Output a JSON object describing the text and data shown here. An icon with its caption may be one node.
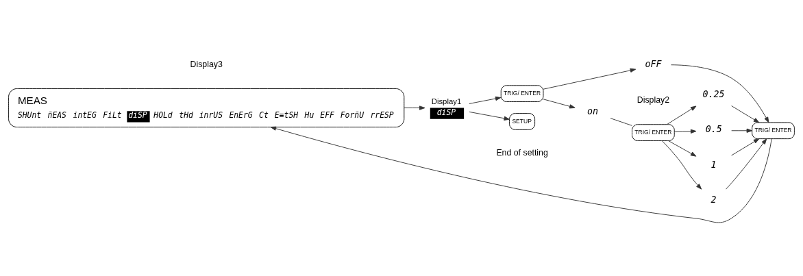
{
  "diagram": {
    "nodes": [
      {
        "text": [
          "MEAS",
          "SHUnt",
          "ñEAS",
          "intEG",
          "FiLt",
          "diSP",
          "HOLd",
          "tHd",
          "inrUS",
          "EnErG",
          "Ct",
          "E≡tSH",
          "Hu",
          "EFF",
          "ForñU",
          "rrESP"
        ]
      },
      {
        "text": [
          "Display1",
          "diSP"
        ]
      },
      {
        "text": [
          "TRIG/ ENTER"
        ]
      },
      {
        "text": [
          "SETUP"
        ],
        "beside": [
          "End of setting"
        ]
      },
      {
        "text": [
          "oFF"
        ],
        "beside": [
          "Display2"
        ]
      },
      {
        "text": [
          "on"
        ]
      },
      {
        "text": [
          "TRIG/ ENTER"
        ]
      },
      {
        "text": [
          "0.25"
        ]
      },
      {
        "text": [
          "0.5"
        ]
      },
      {
        "text": [
          "1"
        ]
      },
      {
        "text": [
          "2"
        ]
      },
      {
        "text": [
          "TRIG/ ENTER"
        ]
      }
    ],
    "edges": [
      {
        "from": 0,
        "to": 1,
        "arrow": "to"
      },
      {
        "from": 1,
        "to": 2,
        "arrow": "to"
      },
      {
        "from": 1,
        "to": 3,
        "arrow": "to"
      },
      {
        "from": 2,
        "to": 4,
        "arrow": "to"
      },
      {
        "from": 2,
        "to": 5,
        "arrow": "to"
      },
      {
        "from": 4,
        "to": 11,
        "arrow": "to"
      },
      {
        "from": 5,
        "to": 6,
        "arrow": "none"
      },
      {
        "from": 6,
        "to": 7,
        "arrow": "to"
      },
      {
        "from": 6,
        "to": 8,
        "arrow": "to"
      },
      {
        "from": 6,
        "to": 9,
        "arrow": "to"
      },
      {
        "from": 6,
        "to": 10,
        "arrow": "to"
      },
      {
        "from": 7,
        "to": 11,
        "arrow": "to"
      },
      {
        "from": 8,
        "to": 11,
        "arrow": "to"
      },
      {
        "from": 9,
        "to": 11,
        "arrow": "to"
      },
      {
        "from": 10,
        "to": 11,
        "arrow": "to"
      },
      {
        "from": 11,
        "to": 0,
        "arrow": "to"
      }
    ],
    "labels": [
      "Display3"
    ]
  }
}
